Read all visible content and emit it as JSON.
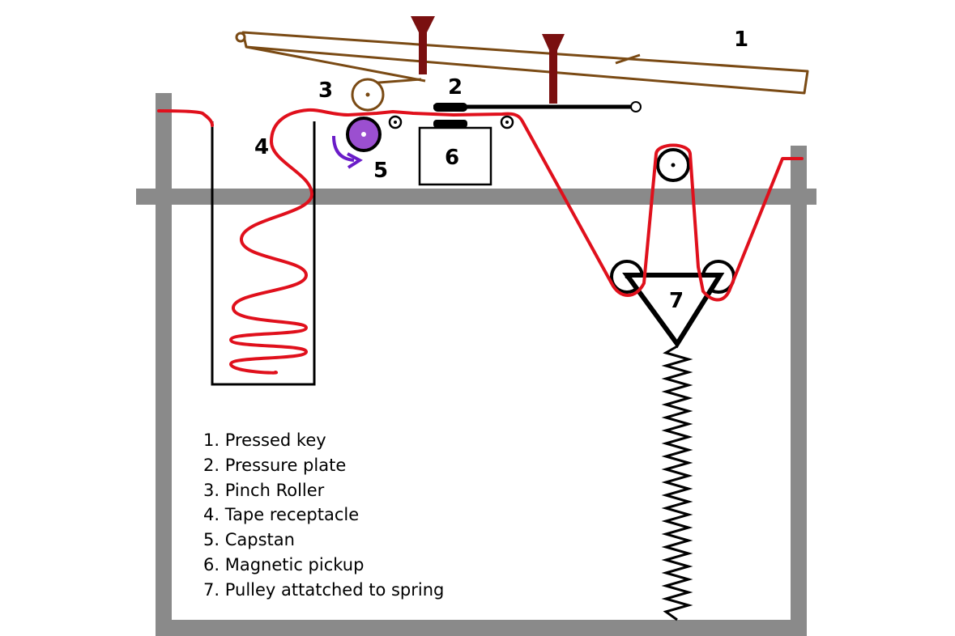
{
  "callouts": {
    "n1": "1",
    "n2": "2",
    "n3": "3",
    "n4": "4",
    "n5": "5",
    "n6": "6",
    "n7": "7"
  },
  "legend": [
    "1. Pressed key",
    "2. Pressure plate",
    "3. Pinch Roller",
    "4. Tape receptacle",
    "5. Capstan",
    "6. Magnetic pickup",
    "7. Pulley attatched to spring"
  ],
  "colors": {
    "frame": "#8a8a8a",
    "tape": "#e0101c",
    "key": "#7a4a14",
    "key_stop": "#7a1010",
    "capstan": "#9b4fd0",
    "capstan_arrow": "#6a1cc8",
    "ink": "#000000"
  }
}
